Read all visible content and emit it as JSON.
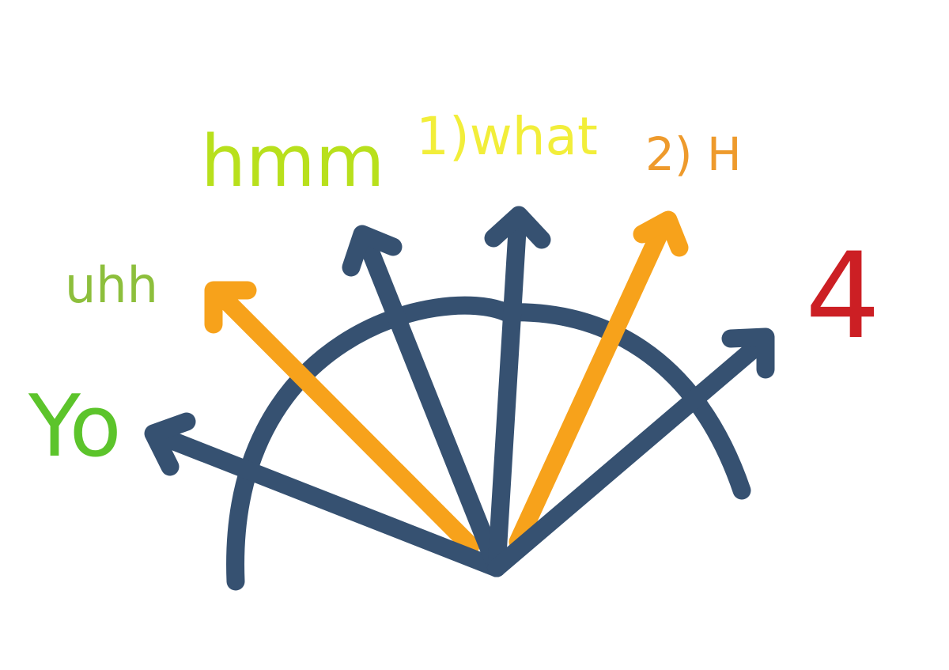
{
  "labels": {
    "yo": {
      "text": "Yo",
      "color": "#5cc42b"
    },
    "uhh": {
      "text": "uhh",
      "color": "#8dbf3c"
    },
    "hmm": {
      "text": "hmm",
      "color": "#b8e01c"
    },
    "what": {
      "text": "1)what",
      "color": "#f2ee3a"
    },
    "h": {
      "text": "2) H",
      "color": "#ee9a2c"
    },
    "four": {
      "text": "4",
      "color": "#cc1f24"
    }
  },
  "colors": {
    "navy_arrow": "#365171",
    "orange_arrow": "#f7a21b",
    "background": "#ffffff"
  }
}
